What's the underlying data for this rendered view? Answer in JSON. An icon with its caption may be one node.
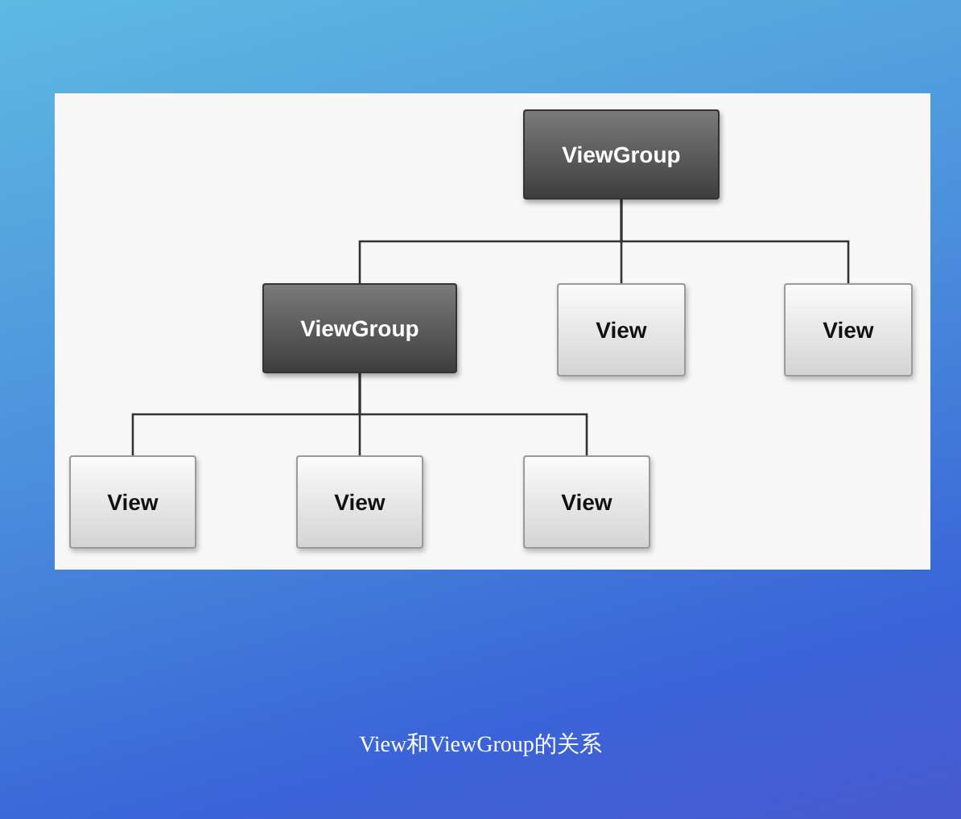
{
  "diagram": {
    "caption": "View和ViewGroup的关系",
    "nodes": [
      {
        "text": [
          "ViewGroup"
        ]
      },
      {
        "text": [
          "ViewGroup"
        ]
      },
      {
        "text": [
          "View"
        ]
      },
      {
        "text": [
          "View"
        ]
      },
      {
        "text": [
          "View"
        ]
      },
      {
        "text": [
          "View"
        ]
      },
      {
        "text": [
          "View"
        ]
      }
    ],
    "edges": [
      {
        "from": 0,
        "to": 1,
        "arrow": "none"
      },
      {
        "from": 0,
        "to": 2,
        "arrow": "none"
      },
      {
        "from": 0,
        "to": 3,
        "arrow": "none"
      },
      {
        "from": 1,
        "to": 4,
        "arrow": "none"
      },
      {
        "from": 1,
        "to": 5,
        "arrow": "none"
      },
      {
        "from": 1,
        "to": 6,
        "arrow": "none"
      }
    ]
  }
}
